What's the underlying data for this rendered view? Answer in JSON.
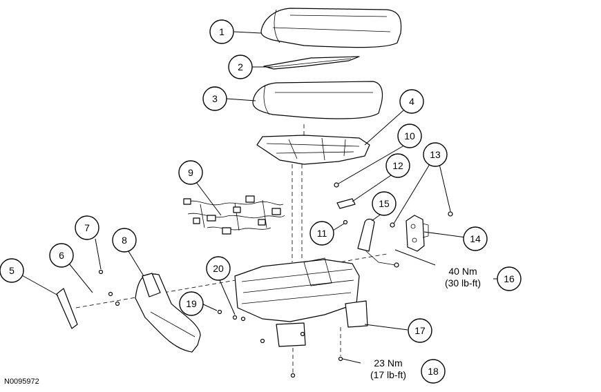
{
  "figure_id": "N0095972",
  "callouts": [
    "1",
    "2",
    "3",
    "4",
    "5",
    "6",
    "7",
    "8",
    "9",
    "10",
    "11",
    "12",
    "13",
    "14",
    "15",
    "16",
    "17",
    "18",
    "19",
    "20"
  ],
  "torques": {
    "t16_line1": "40 Nm",
    "t16_line2": "(30 lb-ft)",
    "t18_line1": "23 Nm",
    "t18_line2": "(17 lb-ft)"
  }
}
